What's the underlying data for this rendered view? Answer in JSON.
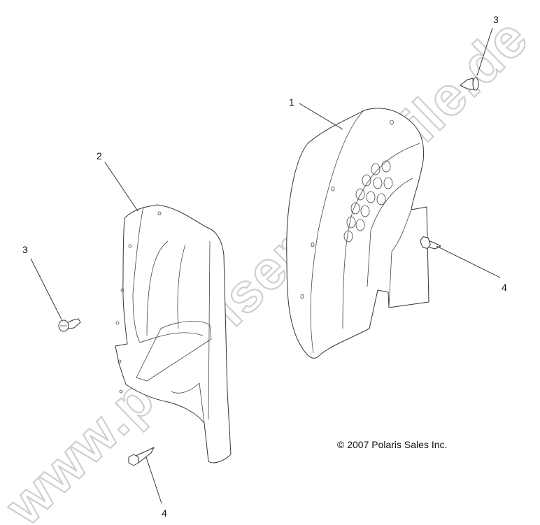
{
  "diagram": {
    "callouts": [
      {
        "id": "1",
        "label": "1"
      },
      {
        "id": "2",
        "label": "2"
      },
      {
        "id": "3a",
        "label": "3"
      },
      {
        "id": "3b",
        "label": "3"
      },
      {
        "id": "4a",
        "label": "4"
      },
      {
        "id": "4b",
        "label": "4"
      }
    ],
    "copyright": "© 2007  Polaris Sales Inc.",
    "watermark": "www.polarisersatzteile.de"
  }
}
